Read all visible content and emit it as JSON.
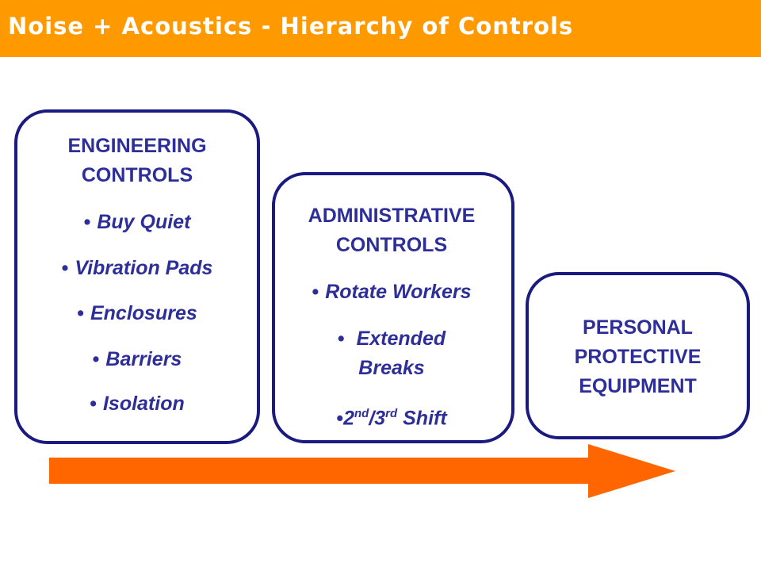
{
  "header": {
    "title": "Noise + Acoustics  -  Hierarchy of Controls",
    "background_color": "#ff9900",
    "text_color": "#ffffff"
  },
  "engineering": {
    "heading_line1": "ENGINEERING",
    "heading_line2": "CONTROLS",
    "items": [
      "Buy Quiet",
      "Vibration Pads",
      "Enclosures",
      "Barriers",
      "Isolation"
    ]
  },
  "administrative": {
    "heading_line1": "ADMINISTRATIVE",
    "heading_line2": "CONTROLS",
    "items": [
      "Rotate Workers",
      "Extended",
      "Breaks"
    ],
    "shift": {
      "first": "2",
      "first_sup": "nd",
      "slash": "/3",
      "second_sup": "rd",
      "rest": " Shift"
    }
  },
  "ppe": {
    "heading_line1": "PERSONAL",
    "heading_line2": "PROTECTIVE",
    "heading_line3": "EQUIPMENT"
  },
  "colors": {
    "box_border": "#1a1a80",
    "box_text": "#2e2e99",
    "arrow": "#ff6600"
  },
  "bullet_glyph": "•"
}
